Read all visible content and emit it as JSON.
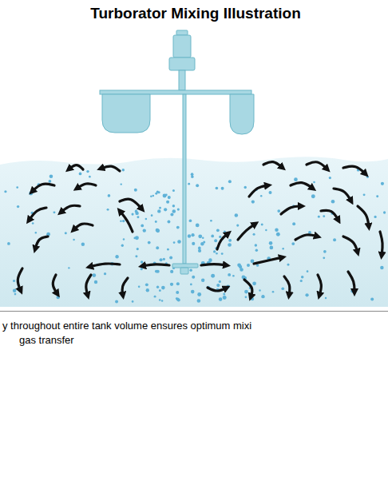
{
  "diagram": {
    "title": "Turborator Mixing Illustration",
    "labels": [
      "y throughout entire tank volume ensures optimum mixi",
      "gas transfer"
    ]
  }
}
